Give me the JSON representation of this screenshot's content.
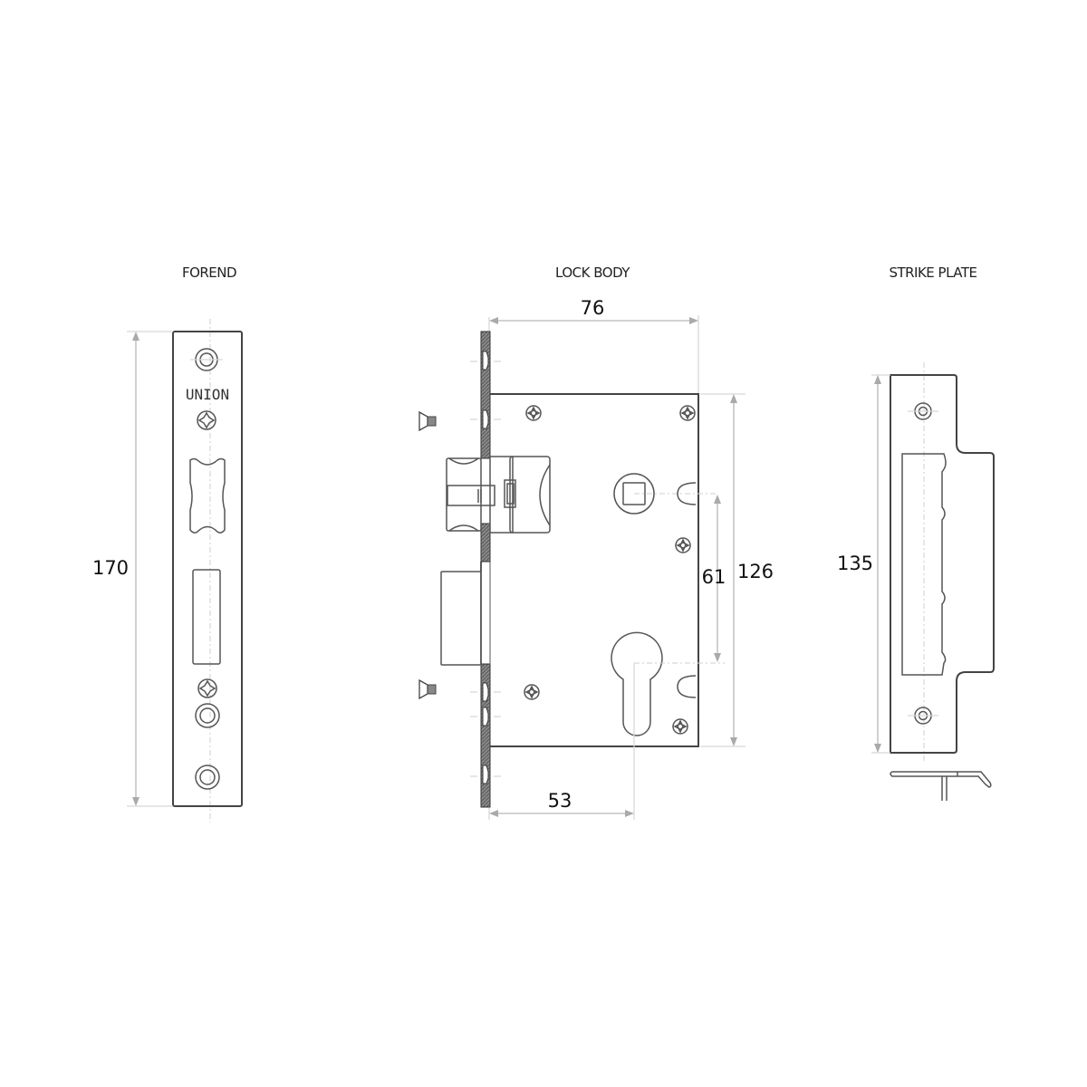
{
  "labels": {
    "forend": "FOREND",
    "lock_body": "LOCK BODY",
    "strike_plate": "STRIKE PLATE",
    "brand": "UNION"
  },
  "dimensions": {
    "forend_height": "170",
    "lock_body_width": "76",
    "lock_body_height": "126",
    "centres": "61",
    "backset": "53",
    "strike_plate_height": "135"
  },
  "units": "mm",
  "colors": {
    "outline": "#444444",
    "dimension_line": "#c4c4c4",
    "hatch": "#7a7a7a",
    "text": "#111111"
  }
}
